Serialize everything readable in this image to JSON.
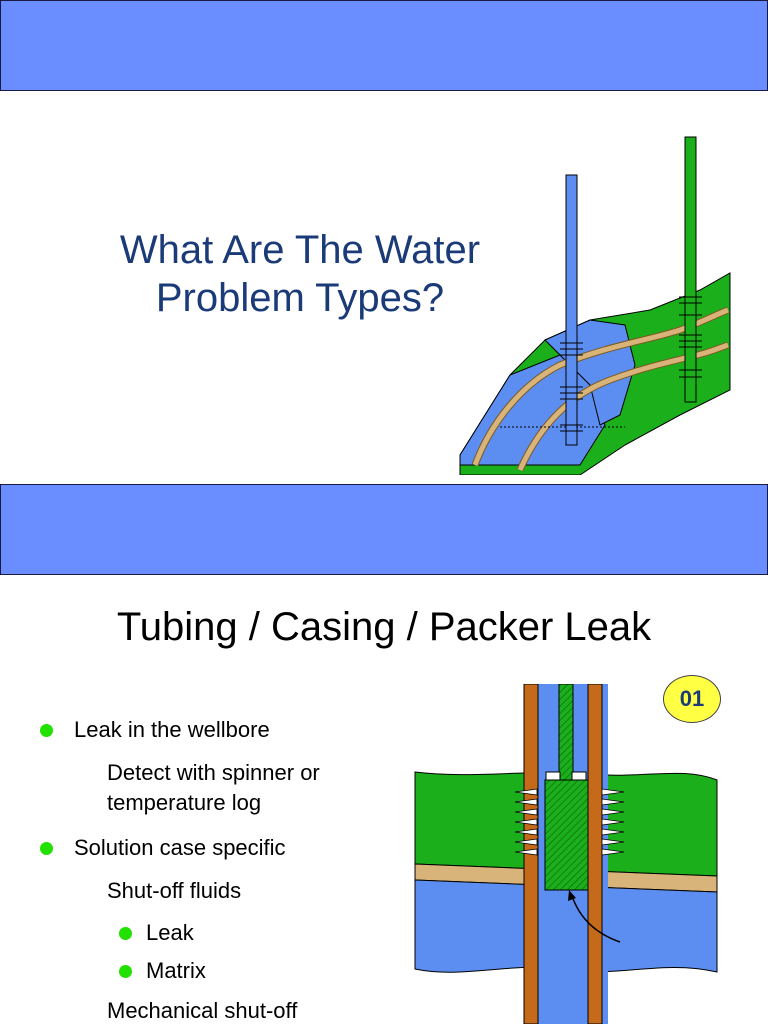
{
  "slide1": {
    "title_line1": "What Are The Water",
    "title_line2": "Problem Types?"
  },
  "slide2": {
    "title": "Tubing / Casing / Packer Leak",
    "badge": "01",
    "bullets": [
      "Leak in the wellbore",
      "Detect with spinner or",
      "temperature log",
      "Solution case specific",
      "Shut-off fluids",
      "Leak",
      "Matrix",
      "Mechanical shut-off"
    ]
  },
  "colors": {
    "band": "#6a8eff",
    "green": "#1bb01b",
    "water_blue": "#5b8ef0",
    "sand": "#d8b37a",
    "casing": "#c56a1a",
    "bullet": "#22e000",
    "badge": "#ffff44"
  }
}
